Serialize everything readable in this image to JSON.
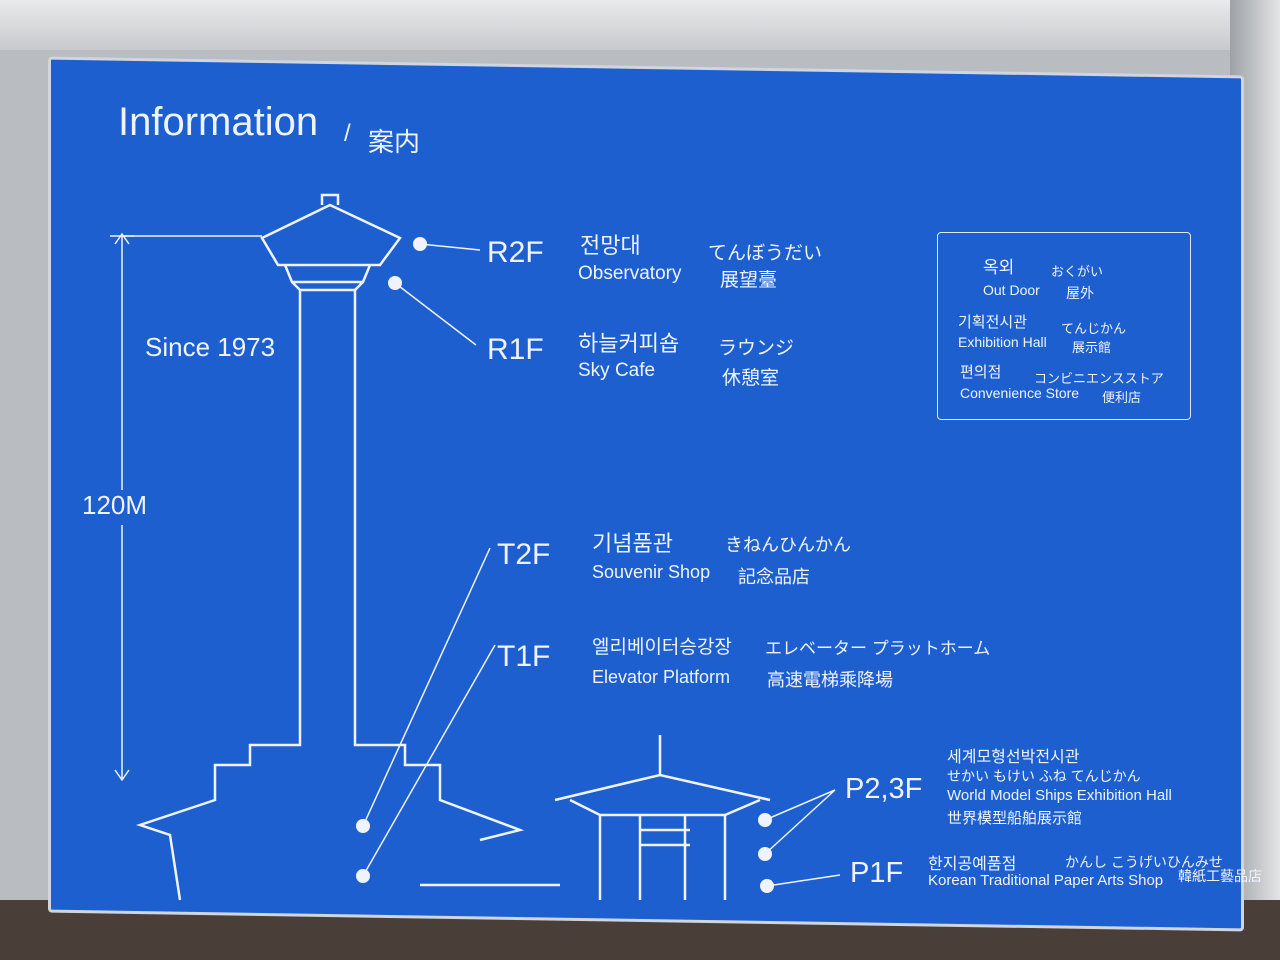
{
  "title": {
    "en": "Information",
    "sep": "/",
    "jp": "案内"
  },
  "tower": {
    "since": "Since 1973",
    "height": "120M"
  },
  "floors": [
    {
      "code": "R2F",
      "ko": "전망대",
      "kana": "てんぼうだい",
      "en": "Observatory",
      "kanji": "展望臺"
    },
    {
      "code": "R1F",
      "ko": "하늘커피숍",
      "kana": "ラウンジ",
      "en": "Sky Cafe",
      "kanji": "休憩室"
    },
    {
      "code": "T2F",
      "ko": "기념품관",
      "kana": "きねんひんかん",
      "en": "Souvenir Shop",
      "kanji": "記念品店"
    },
    {
      "code": "T1F",
      "ko": "엘리베이터승강장",
      "kana": "エレベーター プラットホーム",
      "en": "Elevator Platform",
      "kanji": "高速電梯乘降場"
    },
    {
      "code": "P2,3F",
      "ko": "세계모형선박전시관",
      "kana": "せかい もけい ふね てんじかん",
      "en": "World Model Ships Exhibition Hall",
      "kanji": "世界模型船舶展示館"
    },
    {
      "code": "P1F",
      "ko": "한지공예품점",
      "kana": "かんし こうげいひんみせ",
      "en": "Korean Traditional Paper Arts Shop",
      "kanji": "韓紙工藝品店"
    }
  ],
  "legend": [
    {
      "ko": "옥외",
      "kana": "おくがい",
      "en": "Out Door",
      "kanji": "屋外"
    },
    {
      "ko": "기획전시관",
      "kana": "てんじかん",
      "en": "Exhibition Hall",
      "kanji": "展示館"
    },
    {
      "ko": "편의점",
      "kana": "コンビニエンスストア",
      "en": "Convenience Store",
      "kanji": "便利店"
    }
  ],
  "colors": {
    "panel": "#1e5fd0",
    "line": "#eef3ff"
  }
}
